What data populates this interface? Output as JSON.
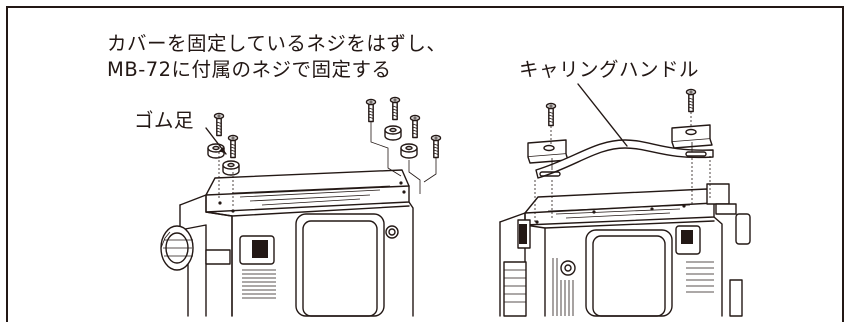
{
  "instructions": {
    "line1": "カバーを固定しているネジをはずし、",
    "line2": "MB-72に付属のネジで固定する"
  },
  "labels": {
    "rubber_feet": "ゴム足",
    "carrying_handle": "キャリングハンドル"
  }
}
